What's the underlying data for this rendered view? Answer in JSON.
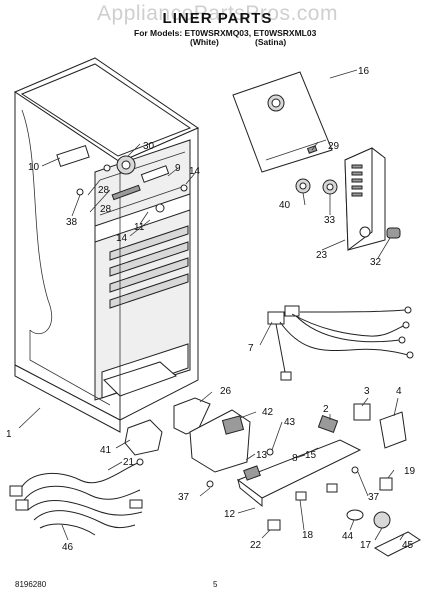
{
  "watermark": "AppliancePartsPros.com",
  "title": "LINER PARTS",
  "models_line": "For Models: ET0WSRXMQ03, ET0WSRXML03",
  "variant_left": "(White)",
  "variant_right": "(Satina)",
  "doc_number": "8196280",
  "page_number": "5",
  "callouts": {
    "c1": "1",
    "c2": "2",
    "c3": "3",
    "c4": "4",
    "c7": "7",
    "c8": "8",
    "c9": "9",
    "c10": "10",
    "c11": "11",
    "c12": "12",
    "c13": "13",
    "c14a": "14",
    "c14b": "14",
    "c15": "15",
    "c16": "16",
    "c17": "17",
    "c18": "18",
    "c19": "19",
    "c21": "21",
    "c22": "22",
    "c23": "23",
    "c26": "26",
    "c28a": "28",
    "c28b": "28",
    "c29": "29",
    "c30": "30",
    "c32": "32",
    "c33": "33",
    "c37a": "37",
    "c37b": "37",
    "c38": "38",
    "c40": "40",
    "c41": "41",
    "c42": "42",
    "c43": "43",
    "c44": "44",
    "c45": "45",
    "c46": "46"
  }
}
